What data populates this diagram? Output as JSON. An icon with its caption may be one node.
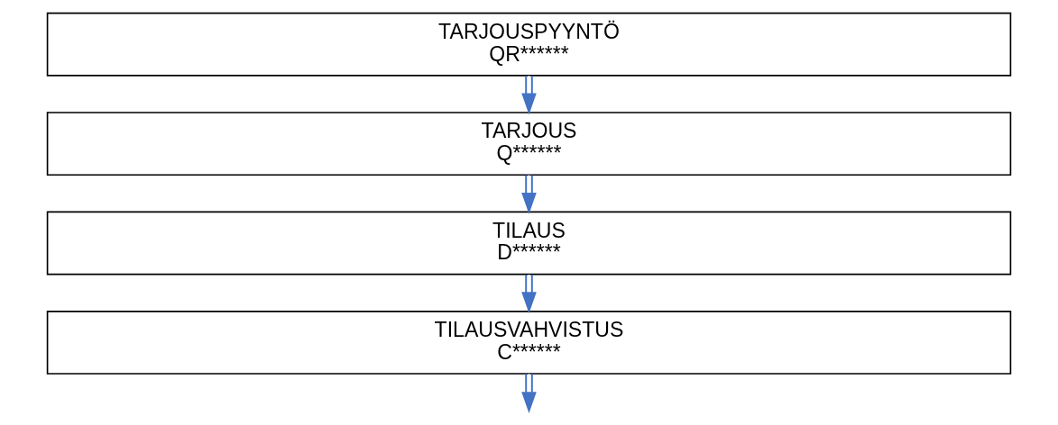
{
  "diagram": {
    "nodes": [
      {
        "text": [
          "TARJOUSPYYNTÖ",
          "QR******"
        ]
      },
      {
        "text": [
          "TARJOUS",
          "Q******"
        ]
      },
      {
        "text": [
          "TILAUS",
          "D******"
        ]
      },
      {
        "text": [
          "TILAUSVAHVISTUS",
          "C******"
        ]
      }
    ],
    "edges": [
      {
        "from": 0,
        "to": 1,
        "arrow": "to"
      },
      {
        "from": 1,
        "to": 2,
        "arrow": "to"
      },
      {
        "from": 2,
        "to": 3,
        "arrow": "to"
      },
      {
        "from": 3,
        "to": null,
        "arrow": "to"
      }
    ]
  }
}
